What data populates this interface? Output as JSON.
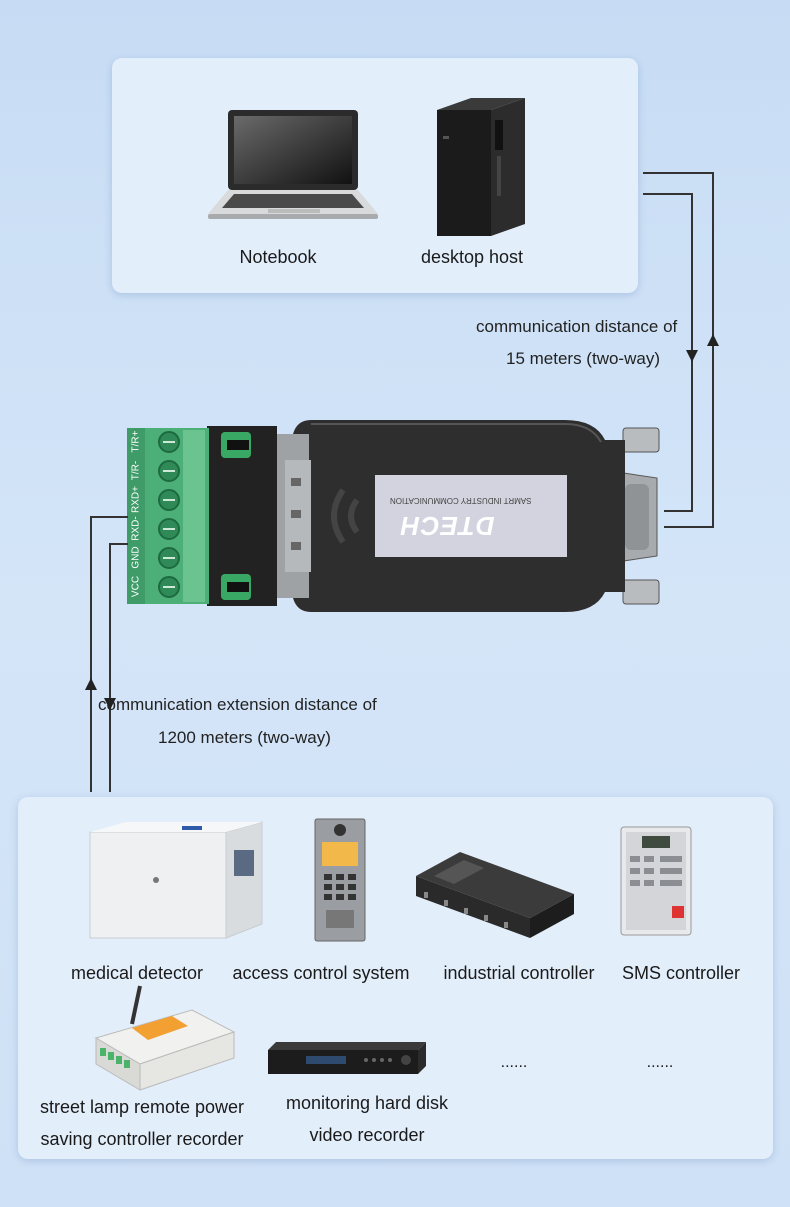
{
  "top_devices": [
    {
      "label": "Notebook",
      "icon": "laptop-icon"
    },
    {
      "label": "desktop host",
      "icon": "desktop-tower-icon"
    }
  ],
  "distance_top": {
    "line1": "communication distance of",
    "line2": "15 meters (two-way)"
  },
  "converter": {
    "brand": "DTECH",
    "tagline": "SAMRT INDUSTRY COMMUNICATION",
    "terminals": [
      "T/R+",
      "T/R-",
      "RXD+",
      "RXD-",
      "GND",
      "VCC"
    ],
    "terminal_color": "#4caf78",
    "body_color": "#2e2e2e"
  },
  "distance_bottom": {
    "line1": "communication extension distance of",
    "line2": "1200 meters (two-way)"
  },
  "bottom_devices": [
    {
      "lines": [
        "medical detector"
      ],
      "icon": "medical-detector-icon"
    },
    {
      "lines": [
        "access control system"
      ],
      "icon": "access-control-panel-icon"
    },
    {
      "lines": [
        "industrial controller"
      ],
      "icon": "industrial-controller-icon"
    },
    {
      "lines": [
        "SMS controller"
      ],
      "icon": "sms-controller-icon"
    },
    {
      "lines": [
        "street lamp remote power",
        "saving controller recorder"
      ],
      "icon": "street-lamp-controller-icon"
    },
    {
      "lines": [
        "monitoring hard disk",
        "video recorder"
      ],
      "icon": "dvr-icon"
    },
    {
      "lines": [
        "......"
      ],
      "icon": ""
    },
    {
      "lines": [
        "......"
      ],
      "icon": ""
    }
  ]
}
